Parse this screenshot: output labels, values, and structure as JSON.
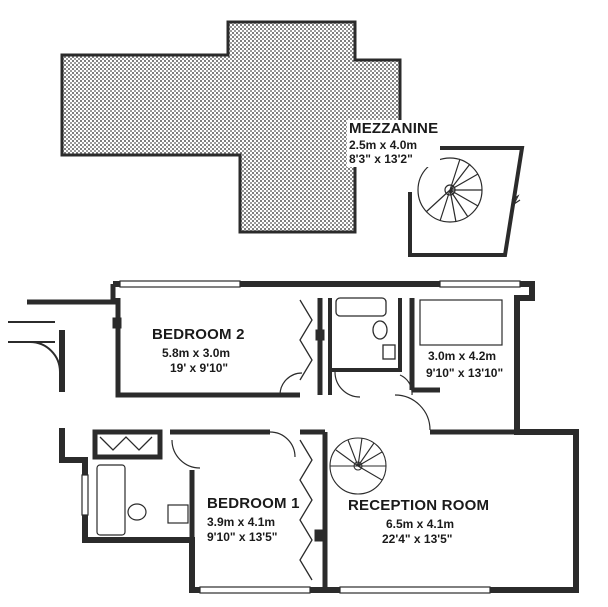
{
  "rooms": {
    "mezzanine": {
      "name": "MEZZANINE",
      "metric": "2.5m x 4.0m",
      "imperial": "8'3\" x 13'2\""
    },
    "bedroom2": {
      "name": "BEDROOM 2",
      "metric": "5.8m x 3.0m",
      "imperial": "19' x 9'10\""
    },
    "room3": {
      "metric": "3.0m x 4.2m",
      "imperial": "9'10\" x 13'10\""
    },
    "bedroom1": {
      "name": "BEDROOM 1",
      "metric": "3.9m x 4.1m",
      "imperial": "9'10\" x 13'5\""
    },
    "reception": {
      "name": "RECEPTION ROOM",
      "metric": "6.5m x 4.1m",
      "imperial": "22'4\" x 13'5\""
    }
  },
  "colors": {
    "wall": "#2b2b2b",
    "hatch": "#8a8a8a",
    "paper": "#ffffff"
  }
}
